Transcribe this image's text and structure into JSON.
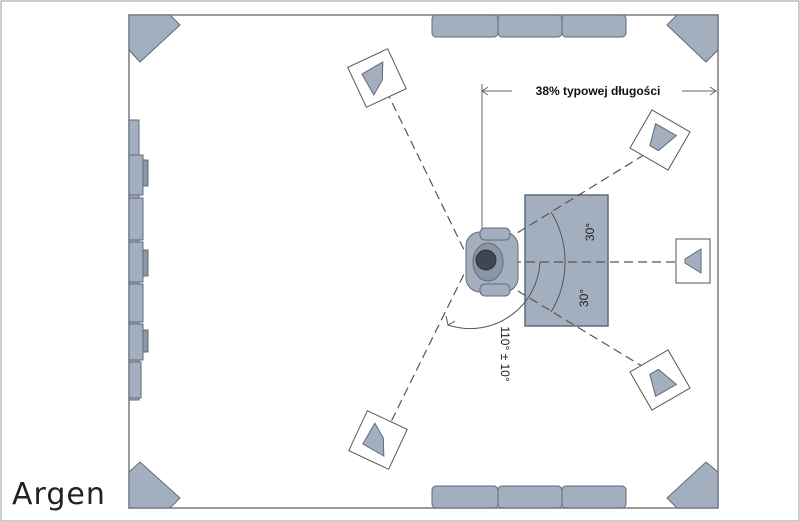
{
  "labels": {
    "dimension": "38% typowej długości",
    "angle_front_top": "30°",
    "angle_front_bottom": "30°",
    "angle_surround": "110° ± 10°"
  },
  "logo": {
    "text": "Argen"
  },
  "colors": {
    "furniture_fill": "#a3afbf",
    "furniture_stroke": "#5f6b7c",
    "line": "#555555",
    "room_border": "#7a7a7a"
  },
  "icons": {
    "speaker": "speaker-cone-icon",
    "listener": "person-armchair-icon"
  }
}
